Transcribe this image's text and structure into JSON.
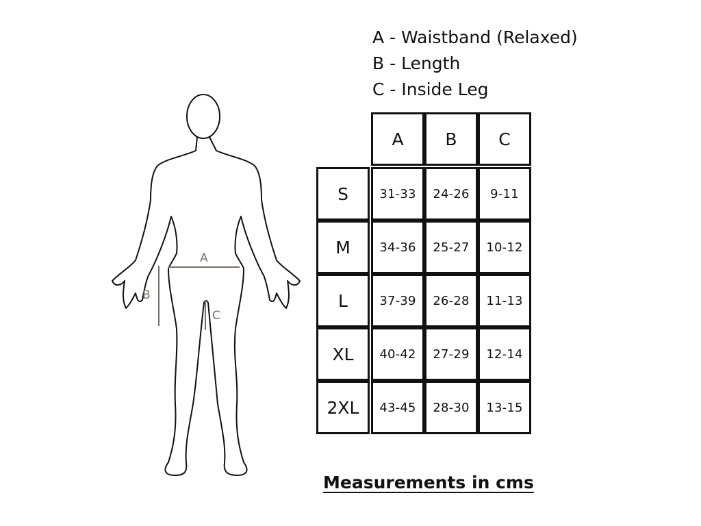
{
  "legend": [
    {
      "key": "A",
      "text": "A - Waistband (Relaxed)"
    },
    {
      "key": "B",
      "text": "B - Length"
    },
    {
      "key": "C",
      "text": "C - Inside Leg"
    }
  ],
  "figure_labels": {
    "a": "A",
    "b": "B",
    "c": "C"
  },
  "table": {
    "columns": [
      "A",
      "B",
      "C"
    ],
    "rows": [
      {
        "size": "S",
        "values": [
          "31-33",
          "24-26",
          "9-11"
        ]
      },
      {
        "size": "M",
        "values": [
          "34-36",
          "25-27",
          "10-12"
        ]
      },
      {
        "size": "L",
        "values": [
          "37-39",
          "26-28",
          "11-13"
        ]
      },
      {
        "size": "XL",
        "values": [
          "40-42",
          "27-29",
          "12-14"
        ]
      },
      {
        "size": "2XL",
        "values": [
          "43-45",
          "28-30",
          "13-15"
        ]
      }
    ]
  },
  "note": "Measurements in cms",
  "colors": {
    "outline": "#111111",
    "measure": "#7a6f68"
  }
}
